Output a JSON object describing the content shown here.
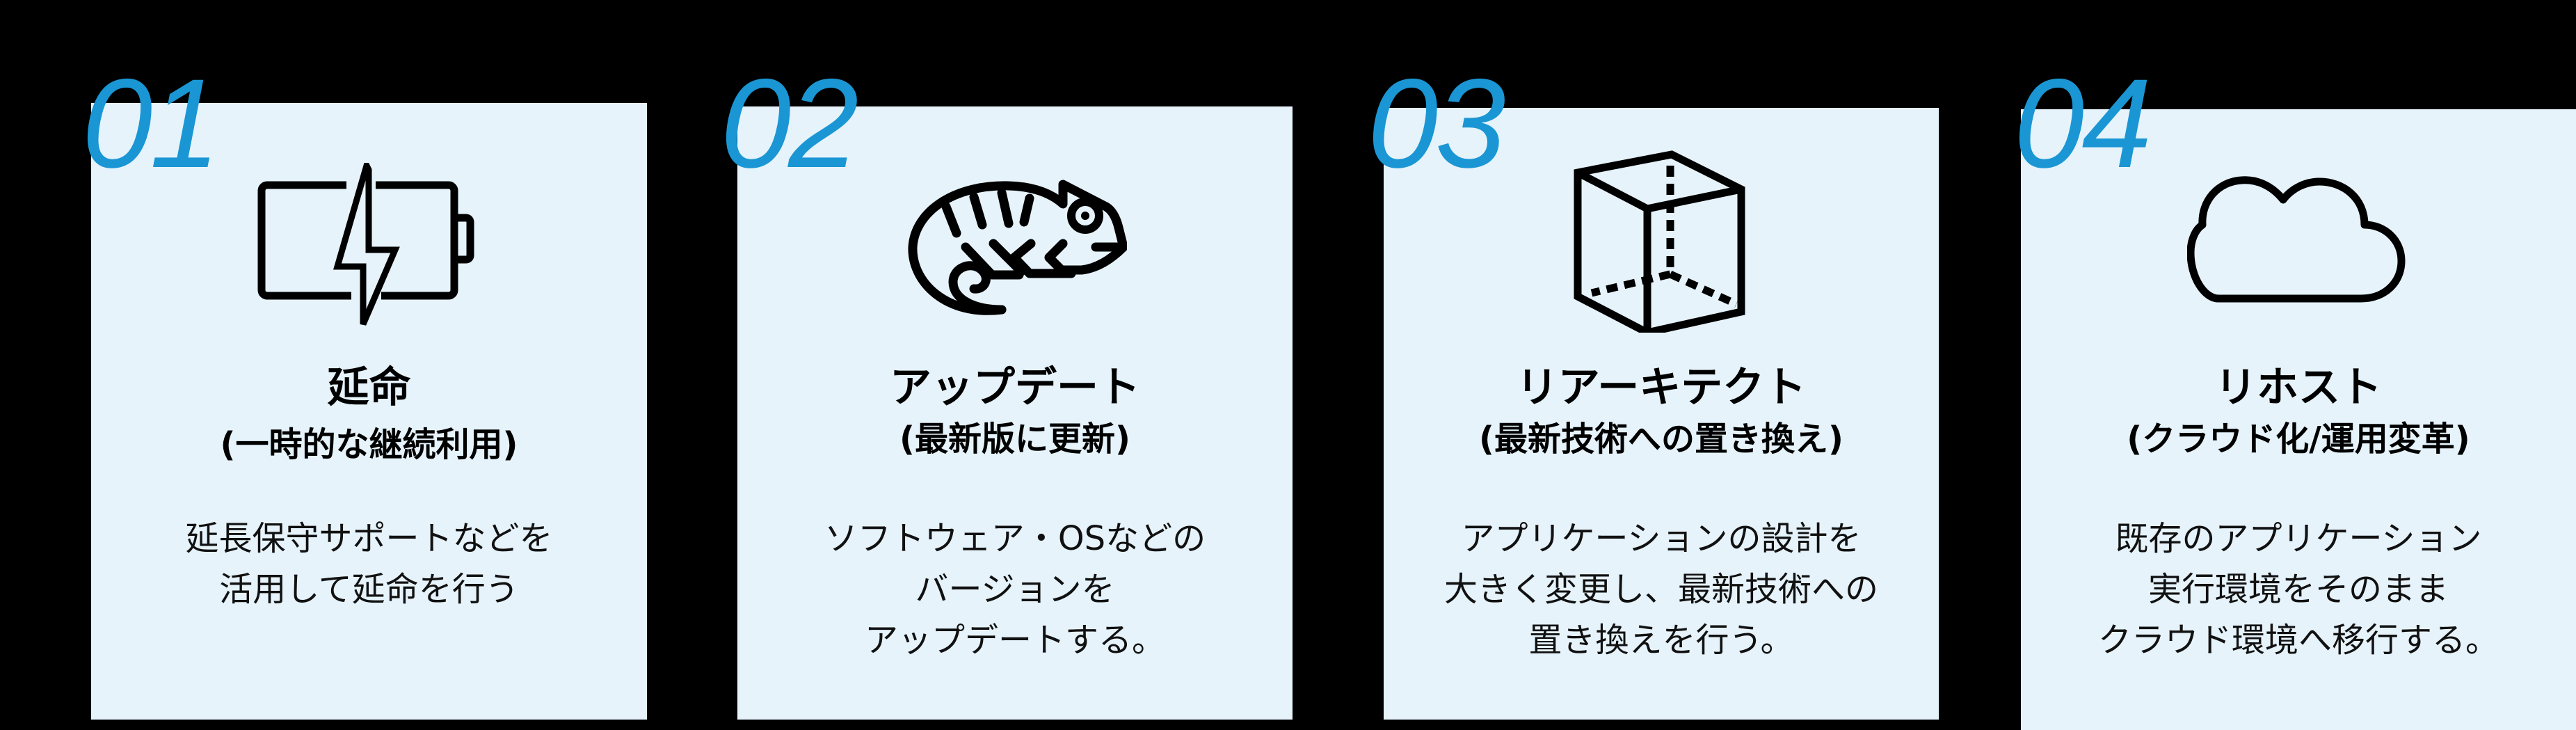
{
  "colors": {
    "background": "#000000",
    "card": "#E6F3FB",
    "number": "#1A96D4",
    "text": "#000000"
  },
  "cards": [
    {
      "number": "01",
      "icon": "battery-charging-icon",
      "title": "延命",
      "subtitle": "(一時的な継続利用)",
      "body": [
        "延長保守サポートなどを",
        "活用して延命を行う"
      ]
    },
    {
      "number": "02",
      "icon": "chameleon-icon",
      "title": "アップデート",
      "subtitle": "(最新版に更新)",
      "body": [
        "ソフトウェア・OSなどの",
        "バージョンを",
        "アップデートする。"
      ]
    },
    {
      "number": "03",
      "icon": "cube-icon",
      "title": "リアーキテクト",
      "subtitle": "(最新技術への置き換え)",
      "body": [
        "アプリケーションの設計を",
        "大きく変更し、最新技術への",
        "置き換えを行う。"
      ]
    },
    {
      "number": "04",
      "icon": "cloud-icon",
      "title": "リホスト",
      "subtitle": "(クラウド化/運用変革)",
      "body": [
        "既存のアプリケーション",
        "実行環境をそのまま",
        "クラウド環境へ移行する。"
      ]
    }
  ]
}
